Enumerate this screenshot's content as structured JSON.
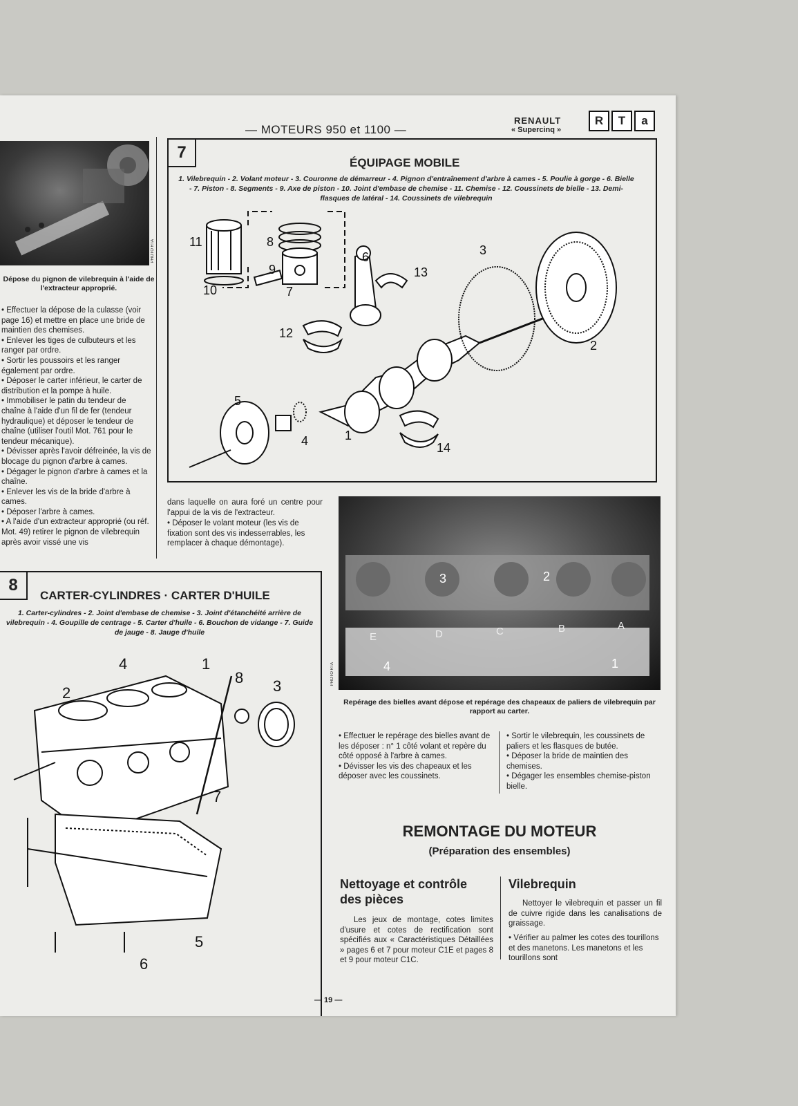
{
  "header": {
    "title": "— MOTEURS 950 et 1100 —",
    "brand_line1": "RENAULT",
    "brand_line2": "« Supercinq »",
    "logo_letters": [
      "R",
      "T",
      "a"
    ]
  },
  "left_column": {
    "photo_caption": "Dépose du pignon de vilebrequin à l'aide de l'extracteur approprié.",
    "photo_watermark": "PHOTO RTA",
    "bullets": [
      "Effectuer la dépose de la culasse (voir page 16) et mettre en place une bride de maintien des chemises.",
      "Enlever les tiges de culbuteurs et les ranger par ordre.",
      "Sortir les poussoirs et les ranger également par ordre.",
      "Déposer le carter inférieur, le carter de distribution et la pompe à huile.",
      "Immobiliser le patin du tendeur de chaîne à l'aide d'un fil de fer (tendeur hydraulique) et déposer le tendeur de chaîne (utiliser l'outil Mot. 761 pour le tendeur mécanique).",
      "Dévisser après l'avoir défreinée, la vis de blocage du pignon d'arbre à cames.",
      "Dégager le pignon d'arbre à cames et la chaîne.",
      "Enlever les vis de la bride d'arbre à cames.",
      "Déposer l'arbre à cames.",
      "A l'aide d'un extracteur approprié (ou réf. Mot. 49) retirer le pignon de vilebrequin après avoir vissé une vis"
    ]
  },
  "figure7": {
    "number": "7",
    "title": "ÉQUIPAGE MOBILE",
    "legend": "1. Vilebrequin - 2. Volant moteur - 3. Couronne de démarreur - 4. Pignon d'entraînement d'arbre à cames - 5. Poulie à gorge - 6. Bielle - 7. Piston - 8. Segments - 9. Axe de piston - 10. Joint d'embase de chemise - 11. Chemise - 12. Coussinets de bielle - 13. Demi-flasques de latéral - 14. Coussinets de vilebrequin",
    "labels": [
      "1",
      "2",
      "3",
      "4",
      "5",
      "6",
      "7",
      "8",
      "9",
      "10",
      "11",
      "12",
      "13",
      "14"
    ]
  },
  "middle_text": {
    "continuation": "dans laquelle on aura foré un centre pour l'appui de la vis de l'extracteur.",
    "bullet": "Déposer le volant moteur (les vis de fixation sont des vis indesserrables, les remplacer à chaque démontage)."
  },
  "figure8": {
    "number": "8",
    "title": "CARTER-CYLINDRES · CARTER D'HUILE",
    "legend": "1. Carter-cylindres - 2. Joint d'embase de chemise - 3. Joint d'étanchéité arrière de vilebrequin - 4. Goupille de centrage - 5. Carter d'huile - 6. Bouchon de vidange - 7. Guide de jauge - 8. Jauge d'huile",
    "labels": [
      "1",
      "2",
      "3",
      "4",
      "5",
      "6",
      "7",
      "8"
    ]
  },
  "photo2": {
    "caption": "Repérage des bielles avant dépose et repérage des chapeaux de paliers de vilebrequin par rapport au carter.",
    "watermark": "PHOTO RTA",
    "letters": [
      "E",
      "D",
      "C",
      "B",
      "A"
    ],
    "numbers": [
      "1",
      "2",
      "3",
      "4"
    ]
  },
  "right_bullets_a": [
    "Effectuer le repérage des bielles avant de les déposer : n° 1 côté volant et repère du côté opposé à l'arbre à cames.",
    "Dévisser les vis des chapeaux et les déposer avec les coussinets."
  ],
  "right_bullets_b": [
    "Sortir le vilebrequin, les coussinets de paliers et les flasques de butée.",
    "Déposer la bride de maintien des chemises.",
    "Dégager les ensembles chemise-piston bielle."
  ],
  "remontage": {
    "title": "REMONTAGE DU MOTEUR",
    "subtitle": "(Préparation des ensembles)",
    "col1_heading": "Nettoyage et contrôle des pièces",
    "col1_text": "Les jeux de montage, cotes limites d'usure et cotes de rectification sont spécifiés aux « Caractéristiques Détaillées » pages 6 et 7 pour moteur C1E et pages 8 et 9 pour moteur C1C.",
    "col2_heading": "Vilebrequin",
    "col2_text": "Nettoyer le vilebrequin et passer un fil de cuivre rigide dans les canalisations de graissage.",
    "col2_bullet": "Vérifier au palmer les cotes des tourillons et des manetons. Les manetons et les tourillons sont"
  },
  "page_number": "— 19 —"
}
